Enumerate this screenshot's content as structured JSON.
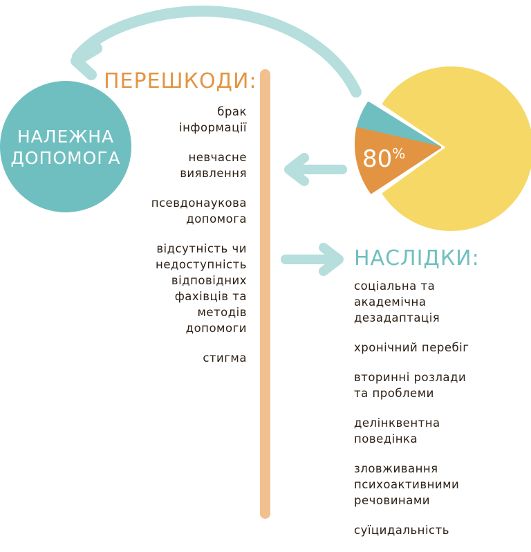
{
  "colors": {
    "teal": "#6fbfc0",
    "light_teal": "#b5dedd",
    "orange": "#e39442",
    "yellow": "#f6d866",
    "bar": "#f2c08e"
  },
  "circle": {
    "line1": "НАЛЕЖНА",
    "line2": "ДОПОМОГА"
  },
  "pie": {
    "label": "80",
    "percent_sign": "%"
  },
  "obstacles": {
    "title": "ПЕРЕШКОДИ:",
    "items": [
      "брак\nінформації",
      "невчасне\nвиявлення",
      "псевдонаукова\nдопомога",
      "відсутність чи\nнедоступність\nвідповідних\nфахівців та\nметодів\nдопомоги",
      "стигма"
    ]
  },
  "consequences": {
    "title": "НАСЛІДКИ:",
    "items": [
      "соціальна та\nакадемічна\nдезадаптація",
      "хронічний перебіг",
      "вторинні розлади\nта проблеми",
      "делінквентна\nповедінка",
      "зловживання\nпсихоактивними\nречовинами",
      "суїцидальність"
    ]
  }
}
